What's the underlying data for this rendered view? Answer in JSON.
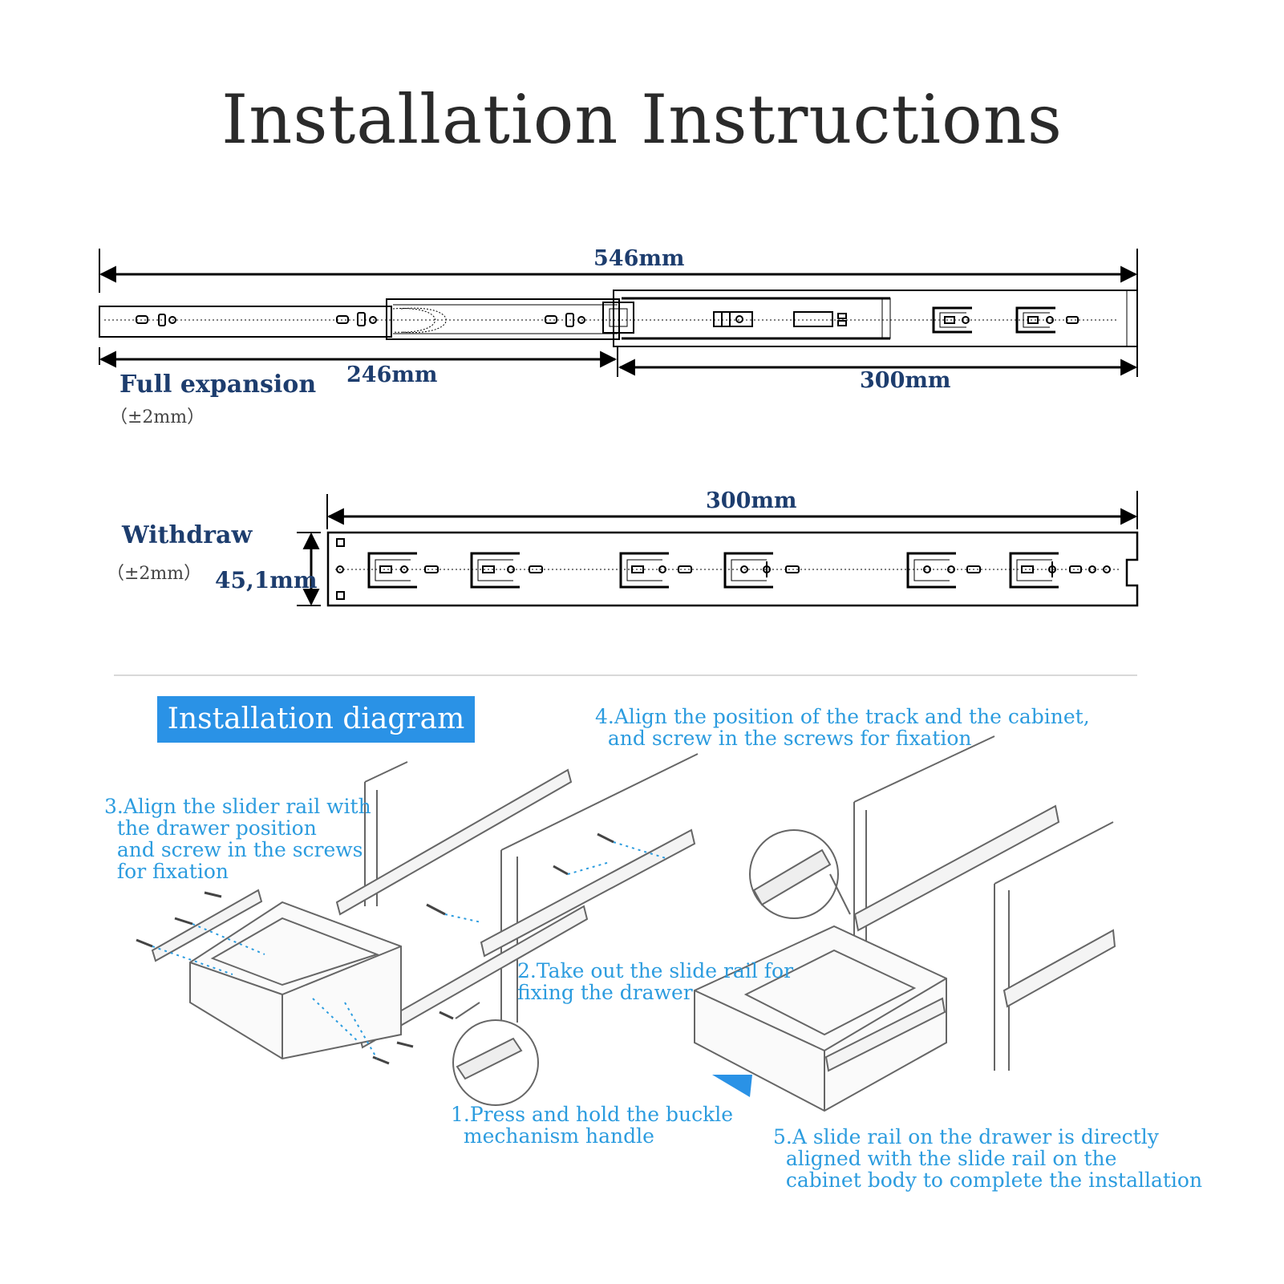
{
  "title": "Installation Instructions",
  "top_diagram": {
    "total_length": "546mm",
    "extension_length": "246mm",
    "rail_length": "300mm",
    "mode_label": "Full expansion",
    "tolerance": "（±2mm）"
  },
  "middle_diagram": {
    "length": "300mm",
    "height": "45,1mm",
    "mode_label": "Withdraw",
    "tolerance": "（±2mm）"
  },
  "installation": {
    "badge": "Installation diagram",
    "steps": [
      "1.Press and hold the buckle\n  mechanism handle",
      "2.Take out the slide rail for\nfixing the drawer",
      "3.Align the slider rail with\n  the drawer position\n  and screw in the screws\n  for fixation",
      "4.Align the position of the track and the cabinet,\n  and screw in the screws for fixation",
      "5.A slide rail on the drawer is directly\n  aligned with the slide rail on the\n  cabinet body to complete the installation"
    ]
  },
  "colors": {
    "navy": "#1d3d6e",
    "step_blue": "#2c9cdf",
    "badge_blue": "#2a92e6"
  }
}
